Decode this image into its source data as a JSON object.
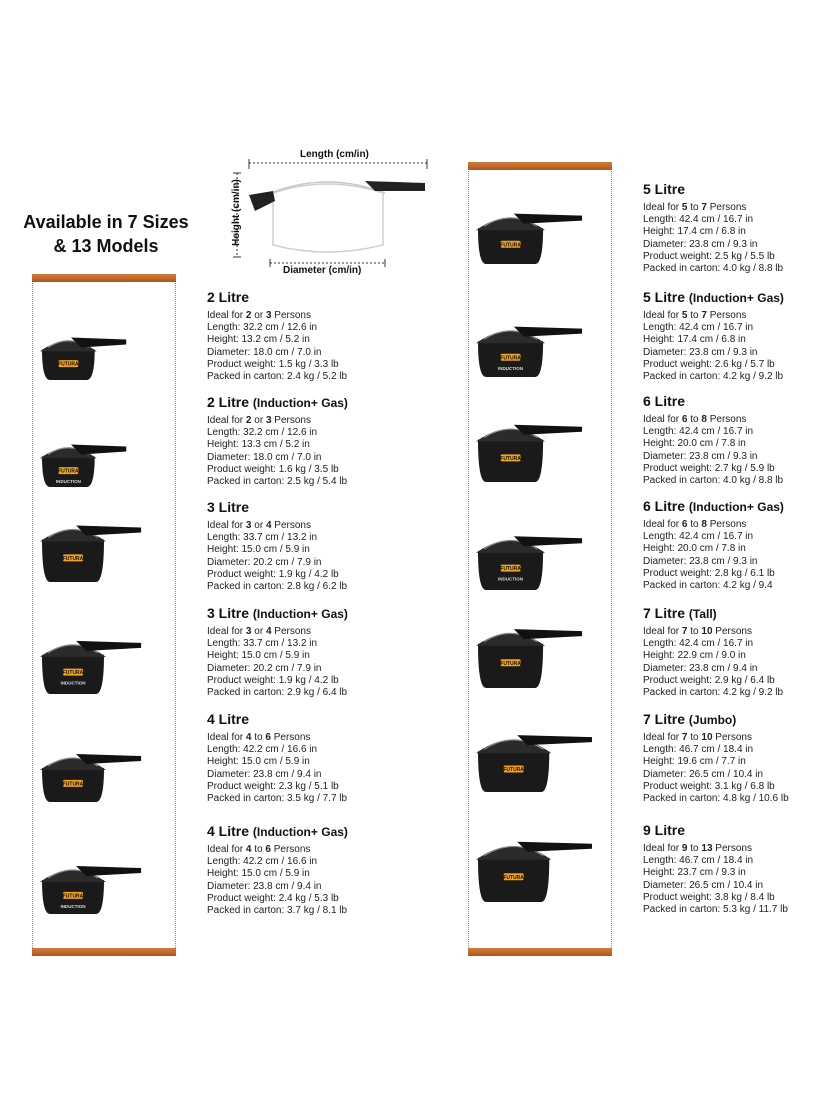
{
  "headline": {
    "line1": "Available in 7 Sizes",
    "line2": "& 13 Models"
  },
  "diagram": {
    "length_label": "Length (cm/in)",
    "height_label": "Height (cm/in)",
    "diameter_label": "Diameter (cm/in)"
  },
  "brand_label": "FUTURA",
  "induction_label": "INDUCTION",
  "colors": {
    "accent_bar": "#c8692b",
    "badge": "#f2a21b",
    "cooker_body": "#1a1a1a"
  },
  "models": [
    {
      "size": "2 Litre",
      "variant": "",
      "persons_min": "2",
      "persons_joiner": "or",
      "persons_max": "3",
      "persons_suffix": "Persons",
      "length": "Length: 32.2 cm / 12.6 in",
      "height": "Height: 13.2 cm / 5.2 in",
      "diameter": "Diameter: 18.0 cm / 7.0 in",
      "weight": "Product weight: 1.5 kg / 3.3 lb",
      "carton": "Packed in carton: 2.4 kg / 5.2 lb"
    },
    {
      "size": "2 Litre",
      "variant": "(Induction+ Gas)",
      "persons_min": "2",
      "persons_joiner": "or",
      "persons_max": "3",
      "persons_suffix": "Persons",
      "length": "Length: 32.2 cm / 12.6 in",
      "height": "Height: 13.3 cm / 5.2 in",
      "diameter": "Diameter: 18.0 cm / 7.0 in",
      "weight": "Product weight: 1.6 kg / 3.5 lb",
      "carton": "Packed in carton: 2.5 kg / 5.4 lb"
    },
    {
      "size": "3 Litre",
      "variant": "",
      "persons_min": "3",
      "persons_joiner": "or",
      "persons_max": "4",
      "persons_suffix": "Persons",
      "length": "Length: 33.7 cm / 13.2 in",
      "height": "Height: 15.0 cm / 5.9 in",
      "diameter": "Diameter: 20.2 cm / 7.9 in",
      "weight": "Product weight: 1.9 kg / 4.2 lb",
      "carton": "Packed in carton: 2.8 kg / 6.2 lb"
    },
    {
      "size": "3 Litre",
      "variant": "(Induction+ Gas)",
      "persons_min": "3",
      "persons_joiner": "or",
      "persons_max": "4",
      "persons_suffix": "Persons",
      "length": "Length: 33.7 cm / 13.2 in",
      "height": "Height: 15.0 cm / 5.9 in",
      "diameter": "Diameter: 20.2 cm / 7.9 in",
      "weight": "Product weight: 1.9 kg / 4.2 lb",
      "carton": "Packed in carton: 2.9 kg / 6.4 lb"
    },
    {
      "size": "4 Litre",
      "variant": "",
      "persons_min": "4",
      "persons_joiner": "to",
      "persons_max": "6",
      "persons_suffix": "Persons",
      "length": "Length: 42.2 cm / 16.6 in",
      "height": "Height: 15.0 cm / 5.9 in",
      "diameter": "Diameter: 23.8 cm / 9.4 in",
      "weight": "Product weight: 2.3 kg / 5.1 lb",
      "carton": "Packed in carton: 3.5 kg / 7.7 lb"
    },
    {
      "size": "4 Litre",
      "variant": "(Induction+ Gas)",
      "persons_min": "4",
      "persons_joiner": "to",
      "persons_max": "6",
      "persons_suffix": "Persons",
      "length": "Length: 42.2 cm / 16.6 in",
      "height": "Height: 15.0 cm / 5.9 in",
      "diameter": "Diameter: 23.8 cm / 9.4 in",
      "weight": "Product weight: 2.4 kg / 5.3 lb",
      "carton": "Packed in carton: 3.7 kg / 8.1 lb"
    },
    {
      "size": "5 Litre",
      "variant": "",
      "persons_min": "5",
      "persons_joiner": "to",
      "persons_max": "7",
      "persons_suffix": "Persons",
      "length": "Length: 42.4 cm / 16.7 in",
      "height": "Height: 17.4 cm / 6.8 in",
      "diameter": "Diameter: 23.8 cm / 9.3 in",
      "weight": "Product weight: 2.5 kg / 5.5 lb",
      "carton": "Packed in carton: 4.0 kg / 8.8 lb"
    },
    {
      "size": "5 Litre",
      "variant": "(Induction+ Gas)",
      "persons_min": "5",
      "persons_joiner": "to",
      "persons_max": "7",
      "persons_suffix": "Persons",
      "length": "Length: 42.4 cm / 16.7 in",
      "height": "Height: 17.4 cm / 6.8 in",
      "diameter": "Diameter: 23.8 cm / 9.3 in",
      "weight": "Product weight: 2.6 kg / 5.7 lb",
      "carton": "Packed in carton: 4.2 kg / 9.2 lb"
    },
    {
      "size": "6 Litre",
      "variant": "",
      "persons_min": "6",
      "persons_joiner": "to",
      "persons_max": "8",
      "persons_suffix": "Persons",
      "length": "Length: 42.4 cm / 16.7 in",
      "height": "Height: 20.0 cm / 7.8 in",
      "diameter": "Diameter: 23.8 cm / 9.3 in",
      "weight": "Product weight: 2.7 kg / 5.9 lb",
      "carton": "Packed in carton: 4.0 kg / 8.8 lb"
    },
    {
      "size": "6 Litre",
      "variant": "(Induction+ Gas)",
      "persons_min": "6",
      "persons_joiner": "to",
      "persons_max": "8",
      "persons_suffix": "Persons",
      "length": "Length: 42.4 cm / 16.7 in",
      "height": "Height: 20.0 cm / 7.8 in",
      "diameter": "Diameter: 23.8 cm / 9.3 in",
      "weight": "Product weight: 2.8 kg / 6.1 lb",
      "carton": "Packed in carton: 4.2 kg / 9.4"
    },
    {
      "size": "7 Litre",
      "variant": "(Tall)",
      "persons_min": "7",
      "persons_joiner": "to",
      "persons_max": "10",
      "persons_suffix": "Persons",
      "length": "Length: 42.4 cm / 16.7 in",
      "height": "Height: 22.9 cm / 9.0 in",
      "diameter": "Diameter: 23.8 cm / 9.4 in",
      "weight": "Product weight: 2.9 kg / 6.4 lb",
      "carton": "Packed in carton: 4.2 kg / 9.2 lb"
    },
    {
      "size": "7 Litre",
      "variant": "(Jumbo)",
      "persons_min": "7",
      "persons_joiner": "to",
      "persons_max": "10",
      "persons_suffix": "Persons",
      "length": "Length: 46.7 cm / 18.4 in",
      "height": "Height: 19.6 cm / 7.7 in",
      "diameter": "Diameter: 26.5 cm / 10.4 in",
      "weight": "Product weight: 3.1 kg / 6.8 lb",
      "carton": "Packed in carton: 4.8 kg / 10.6 lb"
    },
    {
      "size": "9 Litre",
      "variant": "",
      "persons_min": "9",
      "persons_joiner": "to",
      "persons_max": "13",
      "persons_suffix": "Persons",
      "length": "Length: 46.7 cm / 18.4 in",
      "height": "Height: 23.7 cm / 9.3 in",
      "diameter": "Diameter: 26.5 cm / 10.4 in",
      "weight": "Product weight: 3.8 kg / 8.4 lb",
      "carton": "Packed in carton: 5.3 kg / 11.7 lb"
    }
  ]
}
